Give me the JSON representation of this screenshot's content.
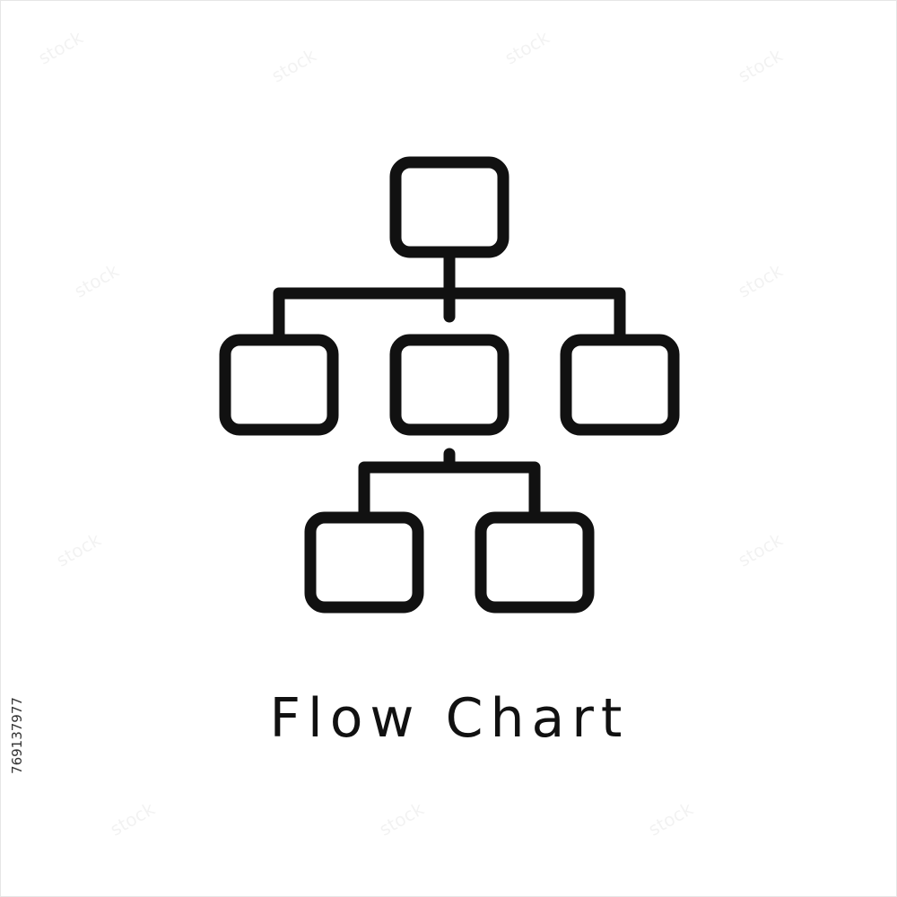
{
  "caption": "Flow Chart",
  "side_id": "769137977",
  "icon": "flowchart-icon",
  "stroke_color": "#111111",
  "watermark": "stock"
}
